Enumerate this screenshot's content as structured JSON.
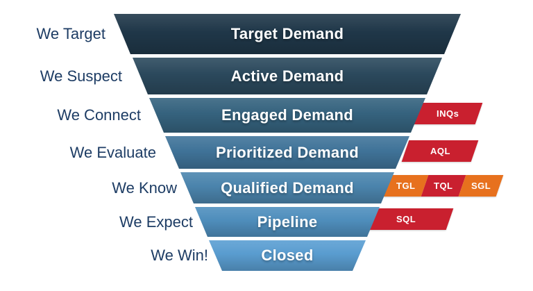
{
  "funnel": {
    "rows": [
      {
        "label": "We Target",
        "stage": "Target Demand",
        "color": "#20384a",
        "tags": []
      },
      {
        "label": "We Suspect",
        "stage": "Active Demand",
        "color": "#2c4a5e",
        "tags": []
      },
      {
        "label": "We Connect",
        "stage": "Engaged Demand",
        "color": "#366480",
        "tags": [
          {
            "text": "INQs",
            "color": "#c9202f"
          }
        ]
      },
      {
        "label": "We Evaluate",
        "stage": "Prioritized Demand",
        "color": "#41759b",
        "tags": [
          {
            "text": "AQL",
            "color": "#c9202f"
          }
        ]
      },
      {
        "label": "We Know",
        "stage": "Qualified Demand",
        "color": "#4c86af",
        "tags": [
          {
            "text": "TGL",
            "color": "#e7711e"
          },
          {
            "text": "TQL",
            "color": "#c9202f"
          },
          {
            "text": "SGL",
            "color": "#e7711e"
          }
        ]
      },
      {
        "label": "We Expect",
        "stage": "Pipeline",
        "color": "#5090bf",
        "tags": [
          {
            "text": "SQL",
            "color": "#c9202f"
          }
        ]
      },
      {
        "label": "We Win!",
        "stage": "Closed",
        "color": "#5b9fd3",
        "tags": []
      }
    ]
  },
  "colors": {
    "label_text": "#1d3c64",
    "stage_text": "#ffffff",
    "tag_red": "#c9202f",
    "tag_orange": "#e7711e",
    "background": "#ffffff"
  }
}
